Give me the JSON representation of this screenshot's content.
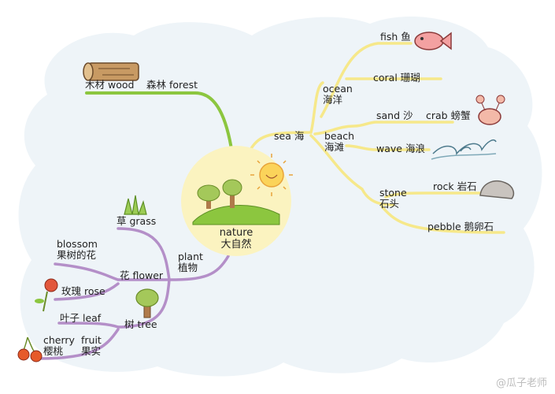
{
  "center": {
    "en": "nature",
    "zh": "大自然"
  },
  "branches": {
    "wood": "木材 wood",
    "forest": "森林 forest",
    "sea": "sea 海",
    "ocean": {
      "en": "ocean",
      "zh": "海洋"
    },
    "fish": "fish 鱼",
    "coral": "coral 珊瑚",
    "beach": {
      "en": "beach",
      "zh": "海滩"
    },
    "sand": "sand 沙",
    "crab": "crab 螃蟹",
    "wave": "wave 海浪",
    "stone": {
      "en": "stone",
      "zh": "石头"
    },
    "rock": "rock 岩石",
    "pebble": "pebble 鹅卵石",
    "plant": {
      "en": "plant",
      "zh": "植物"
    },
    "grass": "草 grass",
    "flower": "花 flower",
    "blossom": {
      "en": "blossom",
      "zh": "果树的花"
    },
    "rose": "玫瑰 rose",
    "tree": "树 tree",
    "leaf": "叶子 leaf",
    "cherry": {
      "en": "cherry",
      "zh": "樱桃"
    },
    "fruit": {
      "en": "fruit",
      "zh": "果实"
    }
  },
  "watermark": "@瓜子老师",
  "colors": {
    "green": "#8cc63f",
    "yellow": "#f6e88a",
    "purple": "#b48fc8",
    "cloud": "#eef4f8",
    "center_fill": "#fbf3c0"
  }
}
